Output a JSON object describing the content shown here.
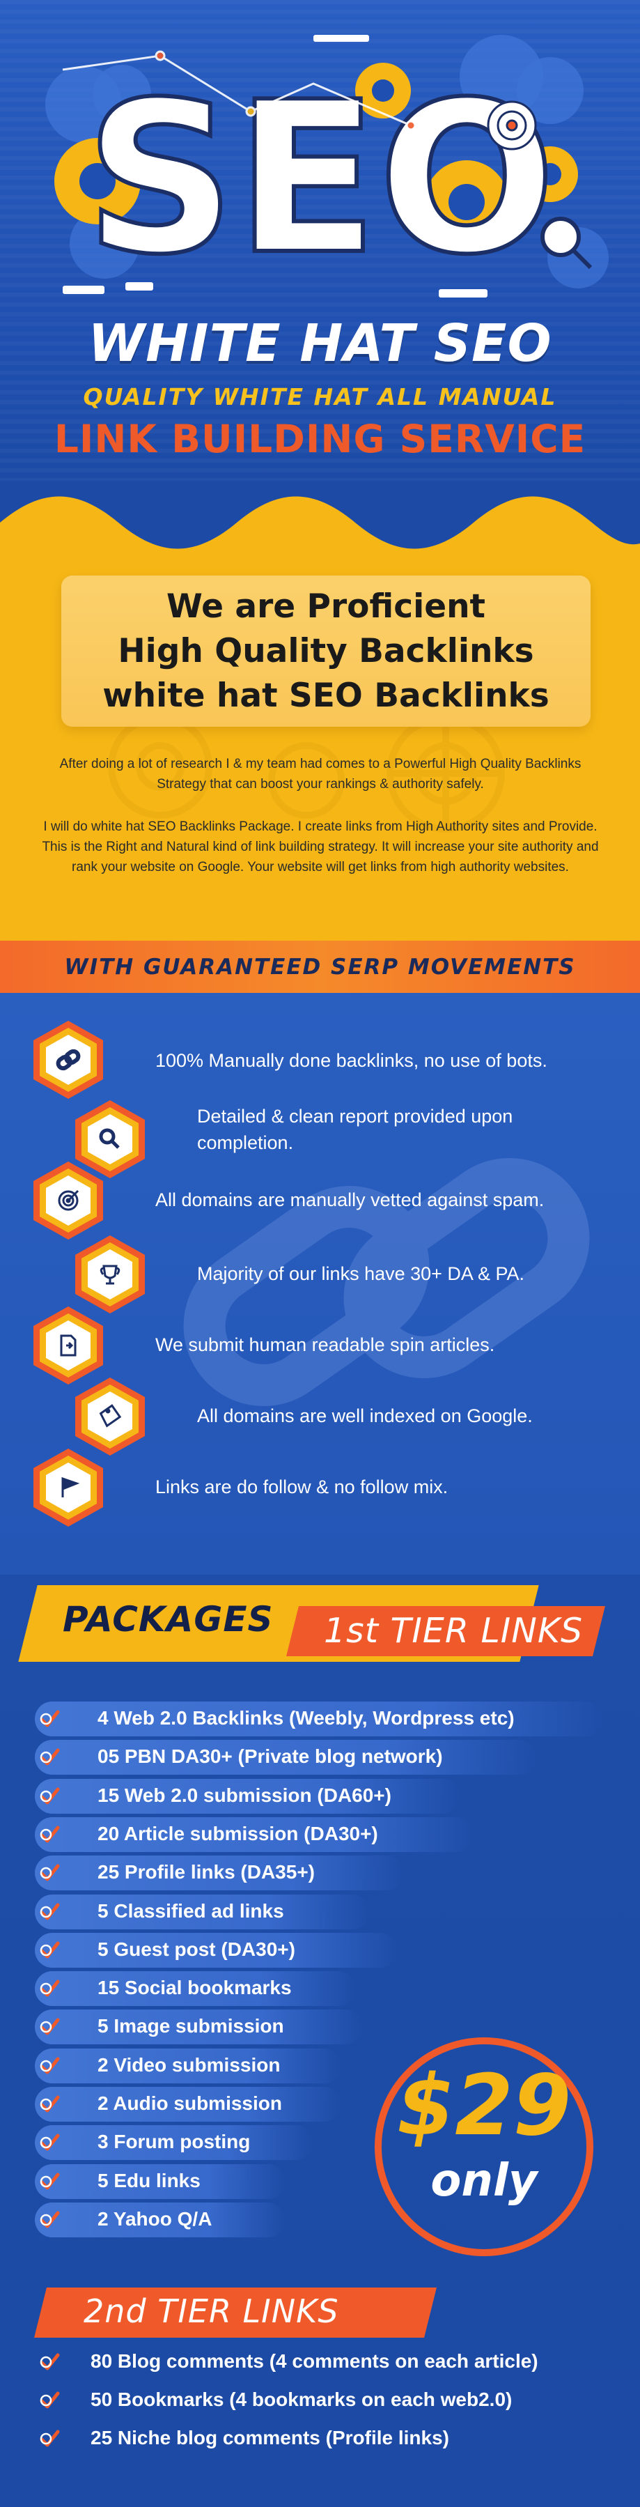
{
  "hero": {
    "title": "WHITE HAT SEO",
    "subtitle": "QUALITY WHITE HAT ALL MANUAL",
    "service": "LINK BUILDING SERVICE",
    "art_word": "SEO"
  },
  "intro": {
    "headline_lines": [
      "We are Proficient",
      "High Quality Backlinks",
      "white hat SEO Backlinks"
    ],
    "paragraph1": "After doing a lot of research I & my team had comes to a Powerful High Quality Backlinks Strategy that can boost your rankings & authority safely.",
    "paragraph2": "I will do white hat SEO Backlinks Package. I create links from High Authority sites and Provide. This is the Right and Natural kind of link building strategy. It will increase your site authority and rank your website on Google. Your website will get links from high authority websites."
  },
  "ribbon": {
    "label": "WITH GUARANTEED SERP MOVEMENTS"
  },
  "features": [
    {
      "icon": "link-icon",
      "text": "100% Manually done backlinks, no use of bots."
    },
    {
      "icon": "search-icon",
      "text": "Detailed & clean report provided upon completion."
    },
    {
      "icon": "target-icon",
      "text": "All domains are manually vetted against spam."
    },
    {
      "icon": "trophy-icon",
      "text": "Majority of our links have 30+ DA & PA."
    },
    {
      "icon": "document-icon",
      "text": "We submit human readable spin articles."
    },
    {
      "icon": "seo-tag-icon",
      "text": "All domains are well indexed on Google."
    },
    {
      "icon": "flag-icon",
      "text": "Links are do follow & no follow mix."
    }
  ],
  "packages": {
    "title": "PACKAGES",
    "tier1_title": "1st TIER LINKS",
    "tier1_items": [
      "4 Web 2.0 Backlinks (Weebly, Wordpress etc)",
      "05 PBN DA30+ (Private blog network)",
      "15 Web 2.0 submission (DA60+)",
      "20 Article submission (DA30+)",
      "25 Profile links (DA35+)",
      "5 Classified ad links",
      "5 Guest post (DA30+)",
      "15 Social bookmarks",
      "5 Image submission",
      "2 Video submission",
      "2 Audio submission",
      "3 Forum posting",
      "5 Edu links",
      "2 Yahoo Q/A"
    ],
    "price": "$29",
    "price_note": "only",
    "tier2_title": "2nd TIER LINKS",
    "tier2_items": [
      "80 Blog comments (4 comments on each article)",
      "50 Bookmarks (4 bookmarks on each web2.0)",
      "25 Niche blog comments (Profile links)"
    ]
  },
  "colors": {
    "blue": "#1f4fb0",
    "yellow": "#f6b716",
    "orange": "#f05a2b",
    "white": "#ffffff"
  }
}
